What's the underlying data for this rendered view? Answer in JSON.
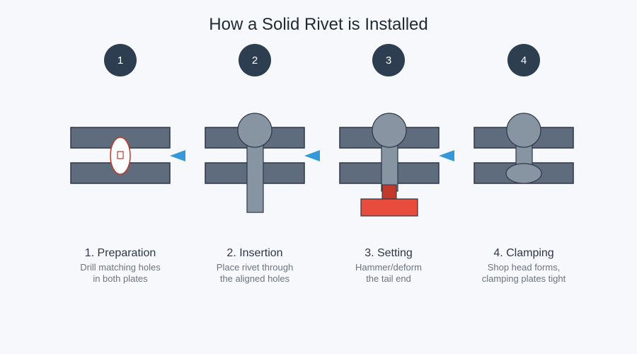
{
  "title": "How a Solid Rivet is Installed",
  "colors": {
    "background": "#f6f8fb",
    "plate": "#5e6c7e",
    "plate_stroke": "#2d3748",
    "rivet": "#8795a3",
    "hole_fill": "#ffffff",
    "hole_stroke": "#c0392b",
    "hammer": "#e74c3c",
    "hammer_neck": "#c0392b",
    "arrow": "#3498db",
    "badge": "#2c3e50"
  },
  "steps": [
    {
      "number": "1",
      "caption": "1. Preparation",
      "desc_line1": "Drill matching holes",
      "desc_line2": "in both plates"
    },
    {
      "number": "2",
      "caption": "2. Insertion",
      "desc_line1": "Place rivet through",
      "desc_line2": "the aligned holes"
    },
    {
      "number": "3",
      "caption": "3. Setting",
      "desc_line1": "Hammer/deform",
      "desc_line2": "the tail end"
    },
    {
      "number": "4",
      "caption": "4. Clamping",
      "desc_line1": "Shop head forms,",
      "desc_line2": "clamping plates tight"
    }
  ],
  "arrows": [
    {
      "name": "arrow-1-to-2",
      "icon": "left-triangle-arrow-icon"
    },
    {
      "name": "arrow-2-to-3",
      "icon": "left-triangle-arrow-icon"
    },
    {
      "name": "arrow-3-to-4",
      "icon": "left-triangle-arrow-icon"
    }
  ]
}
